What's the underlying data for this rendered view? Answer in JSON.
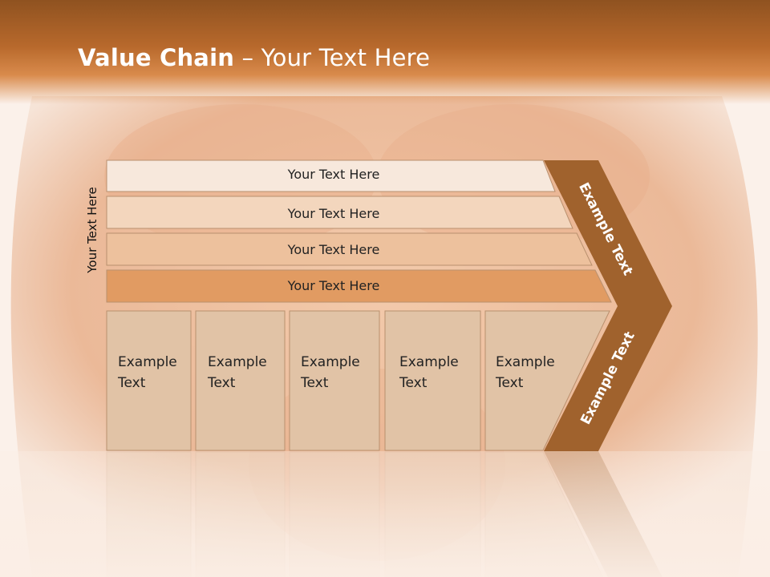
{
  "slide": {
    "title_bold": "Value Chain",
    "title_rest": " – Your Text Here",
    "side_label": "Your Text Here"
  },
  "rows": [
    {
      "label": "Your Text Here",
      "color": "#f7e8dc"
    },
    {
      "label": "Your Text Here",
      "color": "#f3d6bd"
    },
    {
      "label": "Your Text Here",
      "color": "#edc19d"
    },
    {
      "label": "Your Text Here",
      "color": "#e19b62"
    }
  ],
  "boxes": [
    {
      "line1": "Example",
      "line2": "Text"
    },
    {
      "line1": "Example",
      "line2": "Text"
    },
    {
      "line1": "Example",
      "line2": "Text"
    },
    {
      "line1": "Example",
      "line2": "Text"
    },
    {
      "line1": "Example",
      "line2": "Text"
    }
  ],
  "arrow": {
    "upper_label": "Example Text",
    "lower_label": "Example Text",
    "color": "#a0622d"
  }
}
